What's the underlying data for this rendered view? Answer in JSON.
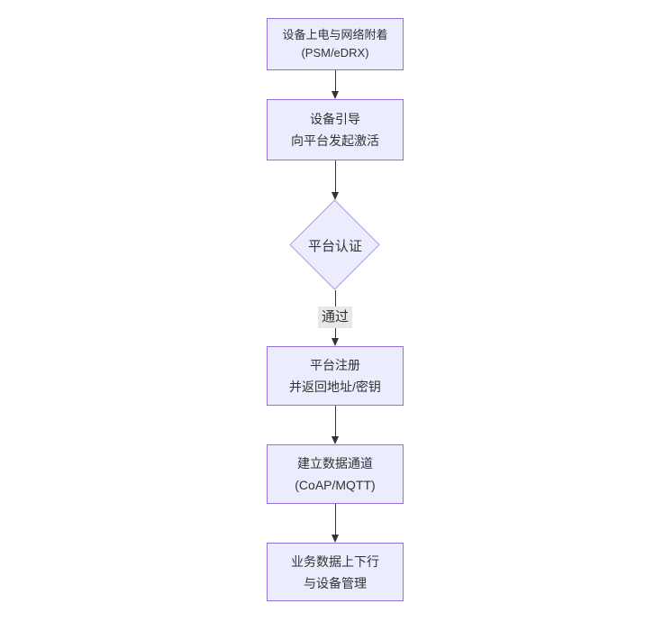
{
  "colors": {
    "background": "#ffffff",
    "node_fill": "#ececff",
    "node_border": "#9370db",
    "edge_line": "#333333",
    "edge_label_bg": "#e8e8e8",
    "text": "#333333"
  },
  "flow": {
    "nodes": [
      {
        "id": "power-on-attach",
        "shape": "rect",
        "lines": [
          "设备上电与网络附着",
          "(PSM/eDRX)"
        ]
      },
      {
        "id": "device-bootstrap",
        "shape": "rect",
        "lines": [
          "设备引导",
          "向平台发起激活"
        ]
      },
      {
        "id": "platform-auth",
        "shape": "diamond",
        "lines": [
          "平台认证"
        ]
      },
      {
        "id": "platform-register",
        "shape": "rect",
        "lines": [
          "平台注册",
          "并返回地址/密钥"
        ]
      },
      {
        "id": "data-channel",
        "shape": "rect",
        "lines": [
          "建立数据通道",
          "(CoAP/MQTT)"
        ]
      },
      {
        "id": "business-data",
        "shape": "rect",
        "lines": [
          "业务数据上下行",
          "与设备管理"
        ]
      }
    ],
    "edges": [
      {
        "from": "power-on-attach",
        "to": "device-bootstrap",
        "label": ""
      },
      {
        "from": "device-bootstrap",
        "to": "platform-auth",
        "label": ""
      },
      {
        "from": "platform-auth",
        "to": "platform-register",
        "label": "通过"
      },
      {
        "from": "platform-register",
        "to": "data-channel",
        "label": ""
      },
      {
        "from": "data-channel",
        "to": "business-data",
        "label": ""
      }
    ]
  }
}
